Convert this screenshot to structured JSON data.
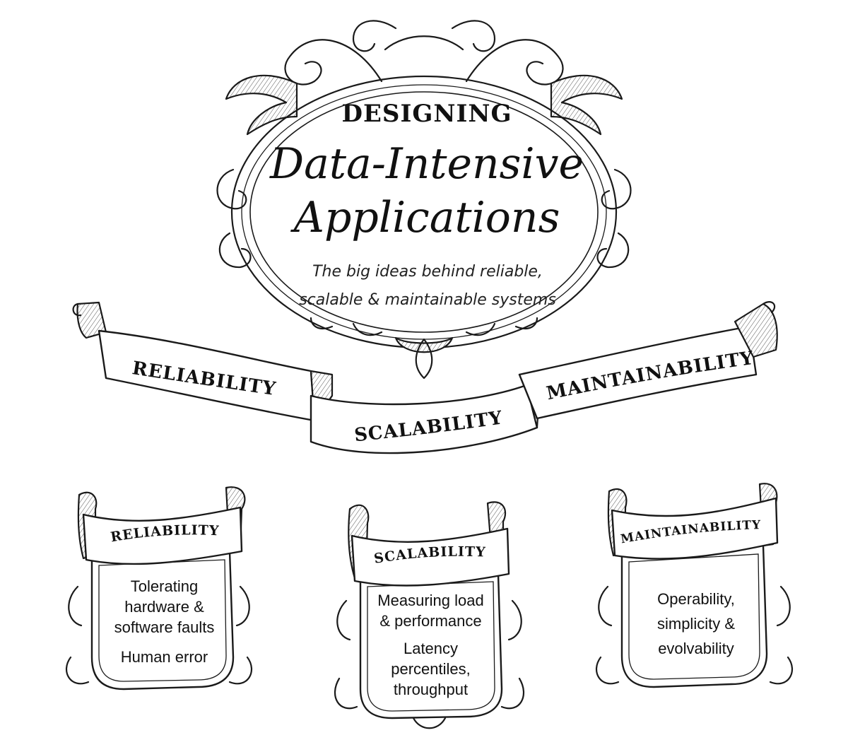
{
  "title": {
    "prefix": "DESIGNING",
    "line1": "Data-Intensive",
    "line2": "Applications",
    "subtitle_line1": "The big ideas behind reliable,",
    "subtitle_line2": "scalable & maintainable systems"
  },
  "banner": {
    "left": "RELIABILITY",
    "middle": "SCALABILITY",
    "right": "MAINTAINABILITY"
  },
  "shields": [
    {
      "label": "RELIABILITY",
      "lines": [
        "Tolerating",
        "hardware &",
        "software faults",
        "Human error"
      ]
    },
    {
      "label": "SCALABILITY",
      "lines": [
        "Measuring load",
        "& performance",
        "Latency",
        "percentiles,",
        "throughput"
      ]
    },
    {
      "label": "MAINTAINABILITY",
      "lines": [
        "Operability,",
        "simplicity &",
        "evolvability"
      ]
    }
  ]
}
